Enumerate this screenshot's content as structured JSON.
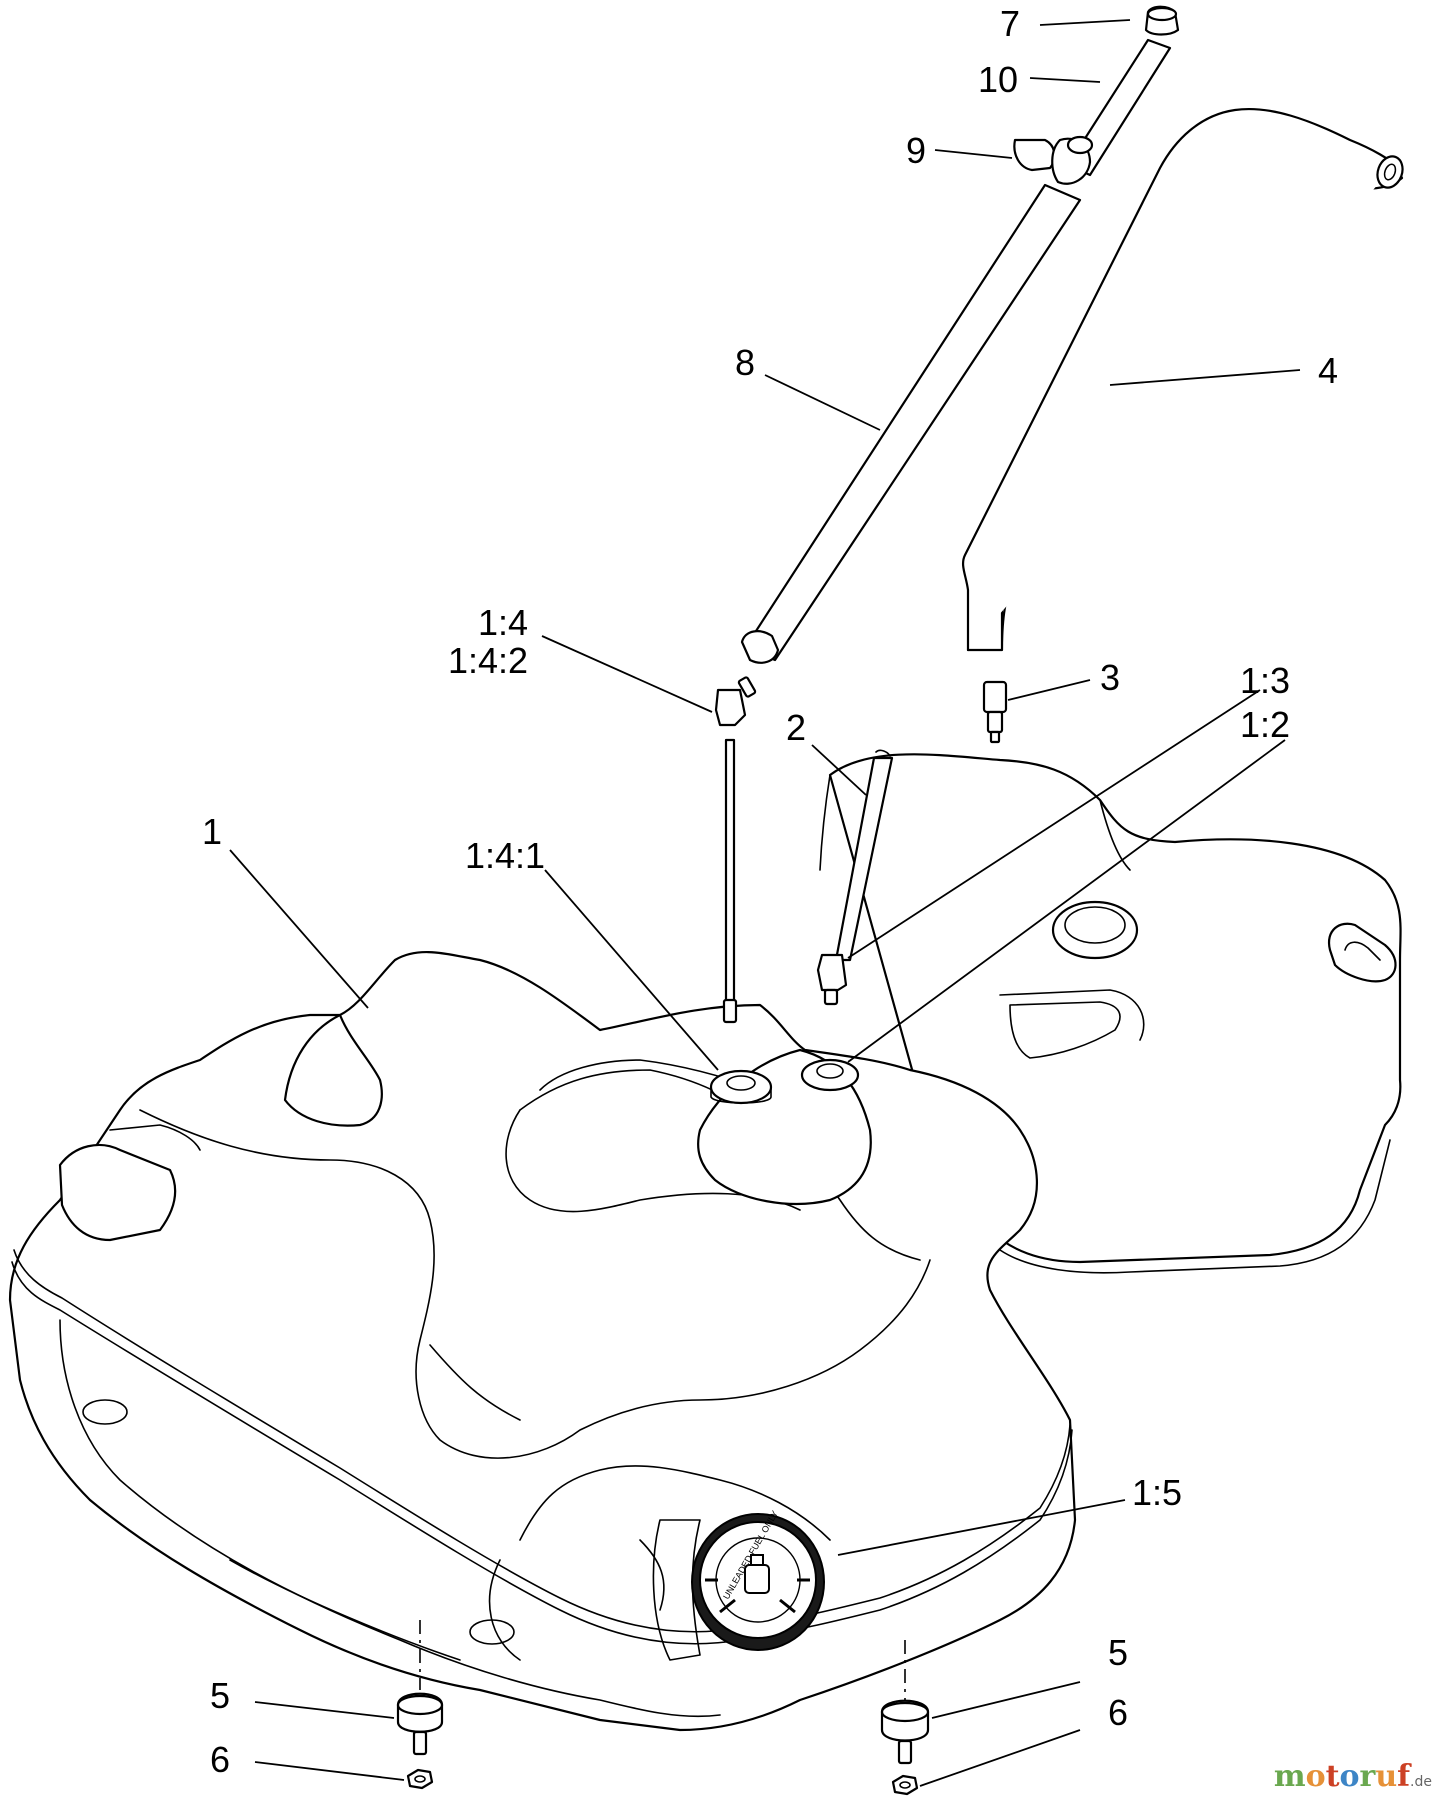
{
  "callouts": [
    {
      "id": "c7",
      "text": "7"
    },
    {
      "id": "c10",
      "text": "10"
    },
    {
      "id": "c9",
      "text": "9"
    },
    {
      "id": "c8",
      "text": "8"
    },
    {
      "id": "c4",
      "text": "4"
    },
    {
      "id": "c1-4",
      "text": "1:4"
    },
    {
      "id": "c1-4-2",
      "text": "1:4:2"
    },
    {
      "id": "c3",
      "text": "3"
    },
    {
      "id": "c1-3",
      "text": "1:3"
    },
    {
      "id": "c1-2",
      "text": "1:2"
    },
    {
      "id": "c2",
      "text": "2"
    },
    {
      "id": "c1",
      "text": "1"
    },
    {
      "id": "c1-4-1",
      "text": "1:4:1"
    },
    {
      "id": "c1-5",
      "text": "1:5"
    },
    {
      "id": "c5-left",
      "text": "5"
    },
    {
      "id": "c6-left",
      "text": "6"
    },
    {
      "id": "c5-right",
      "text": "5"
    },
    {
      "id": "c6-right",
      "text": "6"
    }
  ],
  "watermark": {
    "letters": [
      {
        "char": "m",
        "color": "#6aa84f"
      },
      {
        "char": "o",
        "color": "#e69138"
      },
      {
        "char": "t",
        "color": "#cc4125"
      },
      {
        "char": "o",
        "color": "#3d85c6"
      },
      {
        "char": "r",
        "color": "#6aa84f"
      },
      {
        "char": "u",
        "color": "#e69138"
      },
      {
        "char": "f",
        "color": "#cc4125"
      }
    ],
    "suffix": ".de"
  },
  "cap_text": "UNLEADED FUEL ONLY"
}
